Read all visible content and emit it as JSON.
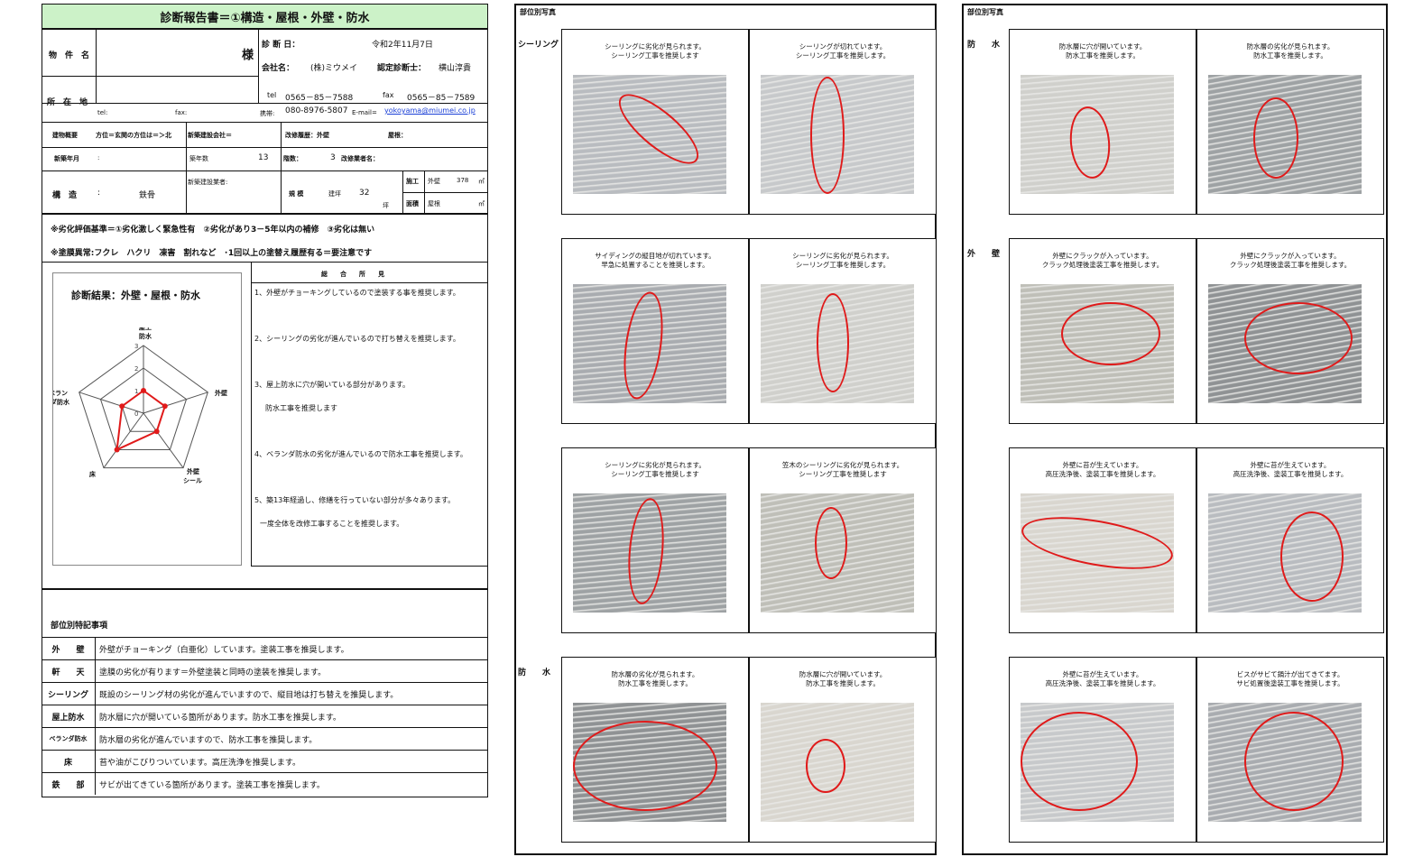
{
  "report": {
    "title": "診断報告書＝①構造・屋根・外壁・防水",
    "property_label": "物　件　名",
    "property_suffix": "様",
    "diag_date_label": "診 断 日：",
    "diag_date": "令和2年11月7日",
    "company_label": "会社名：",
    "company": "(株)ミウメイ",
    "certified_label": "認定診断士：",
    "certified_name": "横山淳貴",
    "address_label": "所　在　地",
    "tel_label": "tel",
    "tel": "0565－85－7588",
    "fax_label": "fax",
    "fax": "0565－85－7589",
    "tel_small": "tel:",
    "fax_small": "fax:",
    "mobile_label": "携帯:",
    "mobile": "080-8976-5807",
    "email_label": "E-mail=",
    "email": "yokoyama@miumei.co.jp",
    "building_overview": "建物概要",
    "direction": "方位＝玄関の方位は＝＞北",
    "neighbor": "新築建設会社＝",
    "renovation_history": "改修履歴：外壁",
    "roof_label": "屋根：",
    "built_year_label": "新築年月",
    "built_year_dot": ":",
    "age_label": "築年数",
    "age": "13",
    "floors_label": "階数：",
    "floors": "3",
    "renovator_label": "改修業者名：",
    "structure_label": "構　造",
    "structure_colon": ":",
    "structure": "鉄骨",
    "builder_label": "新築建設業者:",
    "scale_label": "規 模",
    "floor_area_label": "建坪",
    "floor_area": "32",
    "tsubo": "坪",
    "construction_label": "施工",
    "area_label": "面積",
    "exterior_label": "外壁",
    "exterior_area": "378",
    "sqm": "㎡",
    "roof_area_label": "屋根",
    "criteria": "※劣化評価基準＝①劣化激しく緊急性有　②劣化があり3－5年以内の補修　③劣化は無い",
    "coating_note": "※塗膜異常:フクレ　ハクリ　凍害　割れなど　･1回以上の塗替え履歴有る＝要注意です",
    "result_title": "診断結果：外壁・屋根・防水",
    "summary_title": "総　　合　　所　　見",
    "summary_items": [
      "1、外壁がチョーキングしているので塗装する事を推奨します。",
      "2、シーリングの劣化が進んでいるので打ち替えを推奨します。",
      "3、屋上防水に穴が開いている部分があります。",
      "防水工事を推奨します",
      "4、ベランダ防水の劣化が進んでいるので防水工事を推奨します。",
      "5、築13年経過し、修繕を行っていない部分が多々あります。",
      "一度全体を改修工事することを推奨します。"
    ],
    "notes_title": "部位別特記事項",
    "notes": [
      {
        "label": "外　　壁",
        "text": "外壁がチョーキング（白亜化）しています。塗装工事を推奨します。"
      },
      {
        "label": "軒　　天",
        "text": "塗膜の劣化が有ります＝外壁塗装と同時の塗装を推奨します。"
      },
      {
        "label": "シーリング",
        "text": "既設のシーリング材の劣化が進んでいますので、縦目地は打ち替えを推奨します。"
      },
      {
        "label": "屋上防水",
        "text": "防水層に穴が開いている箇所があります。防水工事を推奨します。"
      },
      {
        "label": "ベランダ防水",
        "text": "防水層の劣化が進んでいますので、防水工事を推奨します。"
      },
      {
        "label": "床",
        "text": "苔や油がこびりついています。高圧洗浄を推奨します。"
      },
      {
        "label": "鉄　　部",
        "text": "サビが出てきている箇所があります。塗装工事を推奨します。"
      }
    ]
  },
  "radar": {
    "axes": [
      "屋上防水",
      "外壁",
      "外壁シール",
      "床",
      "ベランダ防水"
    ],
    "axis_labels": {
      "a0": "屋上",
      "a0b": "防水",
      "a1": "外壁",
      "a2": "外壁",
      "a2b": "シール",
      "a3": "床",
      "a4": "ベラン",
      "a4b": "ダ防水"
    },
    "ticks": [
      "3",
      "2",
      "1",
      "0"
    ],
    "max": 3,
    "values": [
      1,
      1,
      1,
      2,
      1
    ],
    "color": "#e01a1a"
  },
  "sheet2": {
    "header": "部位別写真",
    "label_sealing": "シーリング",
    "label_waterproof": "防　　水",
    "photos": [
      {
        "line1": "シーリングに劣化が見られます。",
        "line2": "シーリング工事を推奨します"
      },
      {
        "line1": "シーリングが切れています。",
        "line2": "シーリング工事を推奨します。"
      },
      {
        "line1": "サイディングの縦目地が切れています。",
        "line2": "早急に処置することを推奨します。"
      },
      {
        "line1": "シーリングに劣化が見られます。",
        "line2": "シーリング工事を推奨します。"
      },
      {
        "line1": "シーリングに劣化が見られます。",
        "line2": "シーリング工事を推奨します"
      },
      {
        "line1": "笠木のシーリングに劣化が見られます。",
        "line2": "シーリング工事を推奨します"
      },
      {
        "line1": "防水層の劣化が見られます。",
        "line2": "防水工事を推奨します。"
      },
      {
        "line1": "防水層に穴が開いています。",
        "line2": "防水工事を推奨します。"
      }
    ]
  },
  "sheet3": {
    "header": "部位別写真",
    "label_waterproof": "防　　水",
    "label_exterior": "外　　壁",
    "photos": [
      {
        "line1": "防水層に穴が開いています。",
        "line2": "防水工事を推奨します。"
      },
      {
        "line1": "防水層の劣化が見られます。",
        "line2": "防水工事を推奨します。"
      },
      {
        "line1": "外壁にクラックが入っています。",
        "line2": "クラック処理後塗装工事を推奨します。"
      },
      {
        "line1": "外壁にクラックが入っています。",
        "line2": "クラック処理後塗装工事を推奨します。"
      },
      {
        "line1": "外壁に苔が生えています。",
        "line2": "高圧洗浄後、塗装工事を推奨します。"
      },
      {
        "line1": "外壁に苔が生えています。",
        "line2": "高圧洗浄後、塗装工事を推奨します。"
      },
      {
        "line1": "外壁に苔が生えています。",
        "line2": "高圧洗浄後、塗装工事を推奨します。"
      },
      {
        "line1": "ビスがサビて鍋汁が出てきてます。",
        "line2": "サビ処置後塗装工事を推奨します。"
      }
    ]
  }
}
